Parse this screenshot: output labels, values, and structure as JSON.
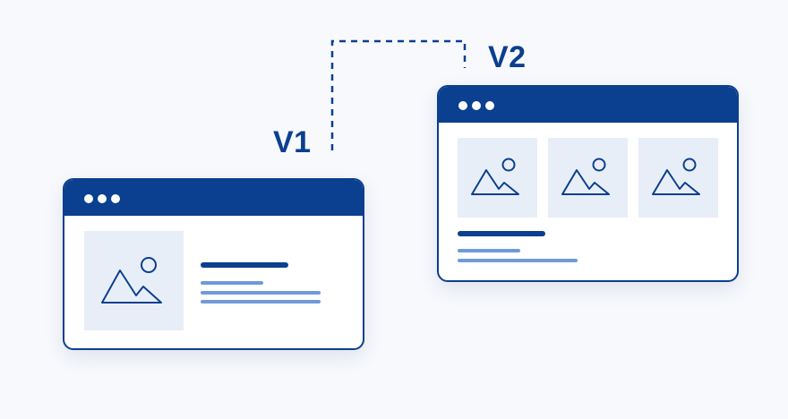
{
  "labels": {
    "v1": "V1",
    "v2": "V2"
  },
  "colors": {
    "primary": "#0b3f8f",
    "tile_bg": "#e8eef8",
    "line_light": "#6f9ad8",
    "window_bg": "#ffffff",
    "page_bg": "#f7f9fd"
  },
  "icons": {
    "image_placeholder": "image-icon",
    "window_controls": "window-dots-icon",
    "connector": "dashed-connector"
  },
  "windows": [
    {
      "version": "V1",
      "image_tiles": 1,
      "text_lines": 3
    },
    {
      "version": "V2",
      "image_tiles": 3,
      "text_lines": 2
    }
  ]
}
